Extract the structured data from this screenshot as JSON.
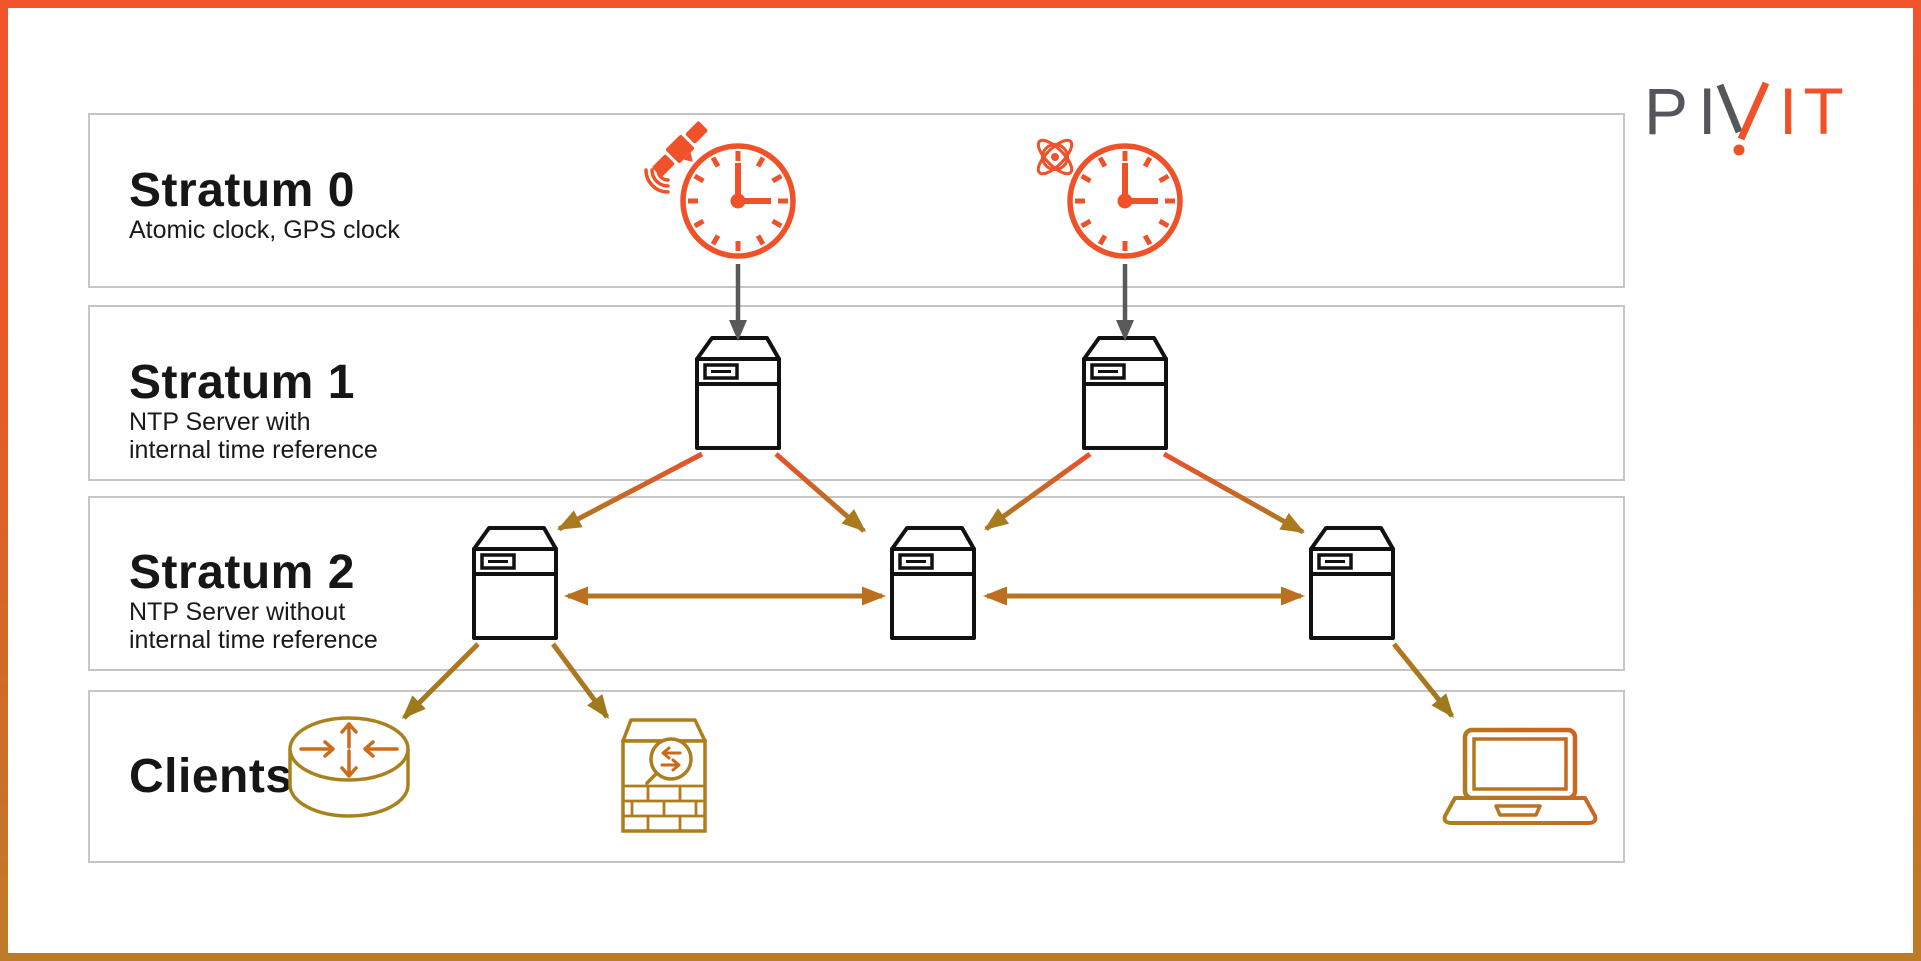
{
  "frame": {
    "border_top_color": "#F1542B",
    "border_bottom_color": "#BE7B27",
    "background": "#FFFFFF"
  },
  "logo": {
    "full_name": "PIVIT",
    "text_gray": "PI",
    "text_orange": "IT",
    "gray": "#55565B",
    "orange": "#EF5129"
  },
  "bands": [
    {
      "id": "stratum-0",
      "title": "Stratum 0",
      "subtitle1": "Atomic clock, GPS clock",
      "subtitle2": ""
    },
    {
      "id": "stratum-1",
      "title": "Stratum 1",
      "subtitle1": "NTP Server with",
      "subtitle2": "internal time reference"
    },
    {
      "id": "stratum-2",
      "title": "Stratum 2",
      "subtitle1": "NTP Server without",
      "subtitle2": "internal time reference"
    },
    {
      "id": "clients",
      "title": "Clients",
      "subtitle1": "",
      "subtitle2": ""
    }
  ],
  "diagram": {
    "strata": [
      {
        "label": "Stratum 0",
        "nodes": [
          "gps-clock-with-satellite",
          "atomic-clock-with-atom"
        ]
      },
      {
        "label": "Stratum 1",
        "nodes": [
          "ntp-server-left",
          "ntp-server-right"
        ]
      },
      {
        "label": "Stratum 2",
        "nodes": [
          "ntp-server-a",
          "ntp-server-b",
          "ntp-server-c"
        ]
      },
      {
        "label": "Clients",
        "nodes": [
          "router",
          "firewall",
          "laptop"
        ]
      }
    ],
    "edges": [
      {
        "from": "gps-clock-with-satellite",
        "to": "ntp-server-left",
        "style": "gray-down-arrow"
      },
      {
        "from": "atomic-clock-with-atom",
        "to": "ntp-server-right",
        "style": "gray-down-arrow"
      },
      {
        "from": "ntp-server-left",
        "to": "ntp-server-a",
        "style": "orange-arrow"
      },
      {
        "from": "ntp-server-left",
        "to": "ntp-server-b",
        "style": "orange-arrow"
      },
      {
        "from": "ntp-server-right",
        "to": "ntp-server-b",
        "style": "orange-arrow"
      },
      {
        "from": "ntp-server-right",
        "to": "ntp-server-c",
        "style": "orange-arrow"
      },
      {
        "from": "ntp-server-a",
        "to": "ntp-server-b",
        "style": "double-headed-arrow"
      },
      {
        "from": "ntp-server-b",
        "to": "ntp-server-c",
        "style": "double-headed-arrow"
      },
      {
        "from": "ntp-server-a",
        "to": "router",
        "style": "ochre-arrow"
      },
      {
        "from": "ntp-server-a",
        "to": "firewall",
        "style": "ochre-arrow"
      },
      {
        "from": "ntp-server-c",
        "to": "laptop",
        "style": "ochre-arrow"
      }
    ]
  },
  "icons": {
    "clock": "clock-face-3-oclock",
    "satellite": "gps-satellite",
    "atom": "atom-symbol",
    "server": "ntp-server-box",
    "router": "router-cylinder-arrows",
    "firewall": "firewall-brick-inspect",
    "laptop": "laptop"
  },
  "colors": {
    "accent_orange": "#EF5129",
    "accent_ochre": "#A8791E",
    "arrow_gray": "#58595B",
    "band_border": "#C6C6C6",
    "server_outline": "#111111",
    "text_dark": "#1A1A1A"
  }
}
